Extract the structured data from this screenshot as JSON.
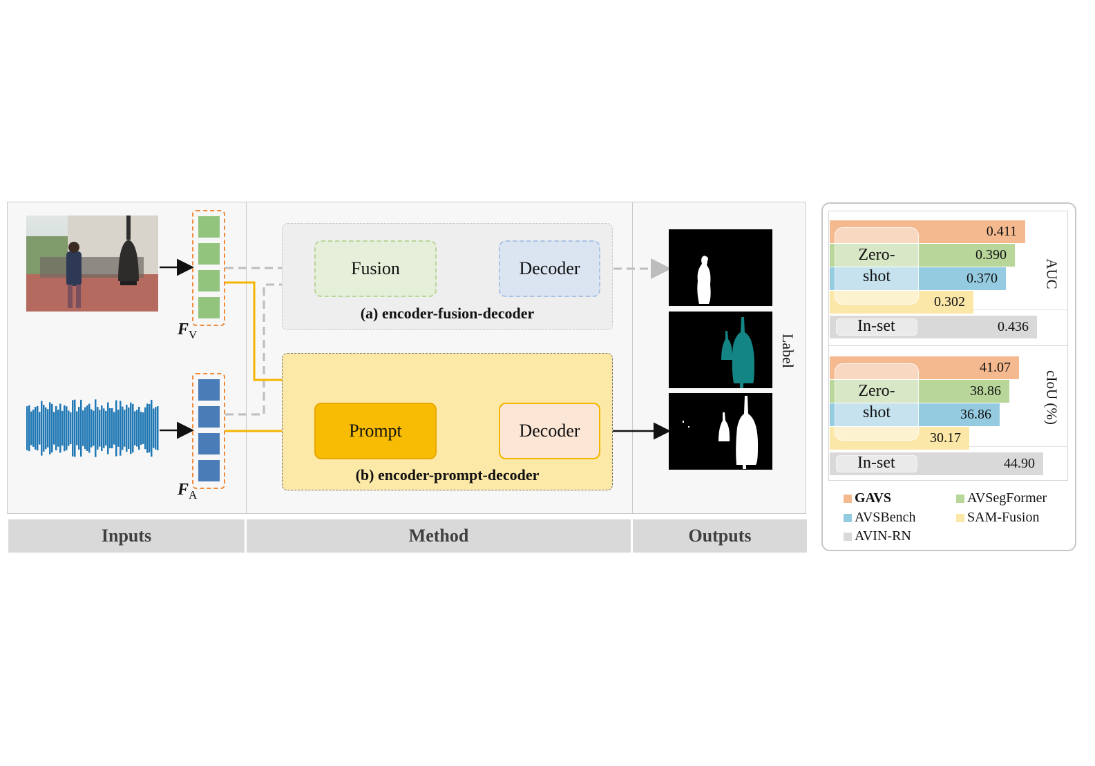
{
  "sections": {
    "inputs": "Inputs",
    "method": "Method",
    "outputs": "Outputs"
  },
  "features": {
    "visual_symbol": "F",
    "visual_sub": "V",
    "audio_symbol": "F",
    "audio_sub": "A"
  },
  "pipeline_a": {
    "fusion": "Fusion",
    "decoder": "Decoder",
    "caption": "(a) encoder-fusion-decoder"
  },
  "pipeline_b": {
    "prompt": "Prompt",
    "decoder": "Decoder",
    "caption": "(b) encoder-prompt-decoder"
  },
  "outputs": {
    "label": "Label"
  },
  "colors": {
    "gavs": "#f5b98f",
    "avsegformer": "#b8d69a",
    "avsbench": "#95cbe0",
    "sam_fusion": "#fbe7a8",
    "avin_rn": "#d9d9d9",
    "visual_cell": "#93c47d",
    "audio_cell": "#4a7db7",
    "arrow_yellow": "#f4b400"
  },
  "results": {
    "zero_shot_label_line1": "Zero-",
    "zero_shot_label_line2": "shot",
    "inset_label": "In-set",
    "auc": {
      "metric": "AUC",
      "zero_shot": [
        {
          "method": "GAVS",
          "value": "0.411",
          "numeric": 0.411
        },
        {
          "method": "AVSegFormer",
          "value": "0.390",
          "numeric": 0.39
        },
        {
          "method": "AVSBench",
          "value": "0.370",
          "numeric": 0.37
        },
        {
          "method": "SAM-Fusion",
          "value": "0.302",
          "numeric": 0.302
        }
      ],
      "in_set": {
        "method": "AVIN-RN",
        "value": "0.436",
        "numeric": 0.436
      }
    },
    "ciou": {
      "metric": "cIoU (%)",
      "zero_shot": [
        {
          "method": "GAVS",
          "value": "41.07",
          "numeric": 41.07
        },
        {
          "method": "AVSegFormer",
          "value": "38.86",
          "numeric": 38.86
        },
        {
          "method": "AVSBench",
          "value": "36.86",
          "numeric": 36.86
        },
        {
          "method": "SAM-Fusion",
          "value": "30.17",
          "numeric": 30.17
        }
      ],
      "in_set": {
        "method": "AVIN-RN",
        "value": "44.90",
        "numeric": 44.9
      }
    },
    "legend": [
      {
        "name": "GAVS",
        "color": "#f5b98f",
        "bold": true
      },
      {
        "name": "AVSegFormer",
        "color": "#b8d69a",
        "bold": false
      },
      {
        "name": "AVSBench",
        "color": "#95cbe0",
        "bold": false
      },
      {
        "name": "SAM-Fusion",
        "color": "#fbe7a8",
        "bold": false
      },
      {
        "name": "AVIN-RN",
        "color": "#d9d9d9",
        "bold": false
      }
    ]
  }
}
